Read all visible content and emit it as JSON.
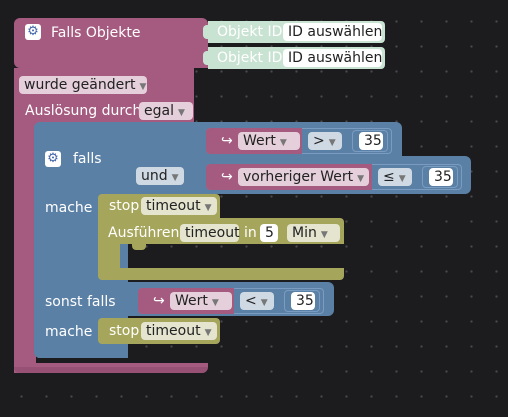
{
  "trigger": {
    "title": "Falls Objekte",
    "object_label_1": "Objekt ID",
    "object_value_1": "ID auswählen",
    "object_label_2": "Objekt ID",
    "object_value_2": "ID auswählen",
    "changed_option": "wurde geändert",
    "triggered_by_label": "Auslösung durch",
    "triggered_by_value": "egal"
  },
  "if_block": {
    "if_label": "falls",
    "and_label": "und",
    "cond1": {
      "prop": "Wert",
      "op": ">",
      "value": "35"
    },
    "cond2": {
      "prop": "vorheriger Wert",
      "op": "≤",
      "value": "35"
    },
    "do_label": "mache",
    "stop_label": "stop",
    "stop_timer": "timeout",
    "exec_label": "Ausführen",
    "exec_timer": "timeout",
    "in_label": "in",
    "delay_value": "5",
    "delay_unit": "Min",
    "elseif_label": "sonst falls",
    "cond3": {
      "prop": "Wert",
      "op": "<",
      "value": "35"
    },
    "do2_label": "mache",
    "stop2_label": "stop",
    "stop2_timer": "timeout"
  },
  "icons": {
    "gear": "gear-icon",
    "property_arrow": "arrow-return-icon",
    "dropdown": "dropdown-arrow-icon"
  },
  "colors": {
    "trigger_block": "#a55b80",
    "logic_block": "#5b80a5",
    "timer_block": "#a5a55b",
    "object_field": "#c9e3d3",
    "workspace": "#1c1c1f"
  }
}
